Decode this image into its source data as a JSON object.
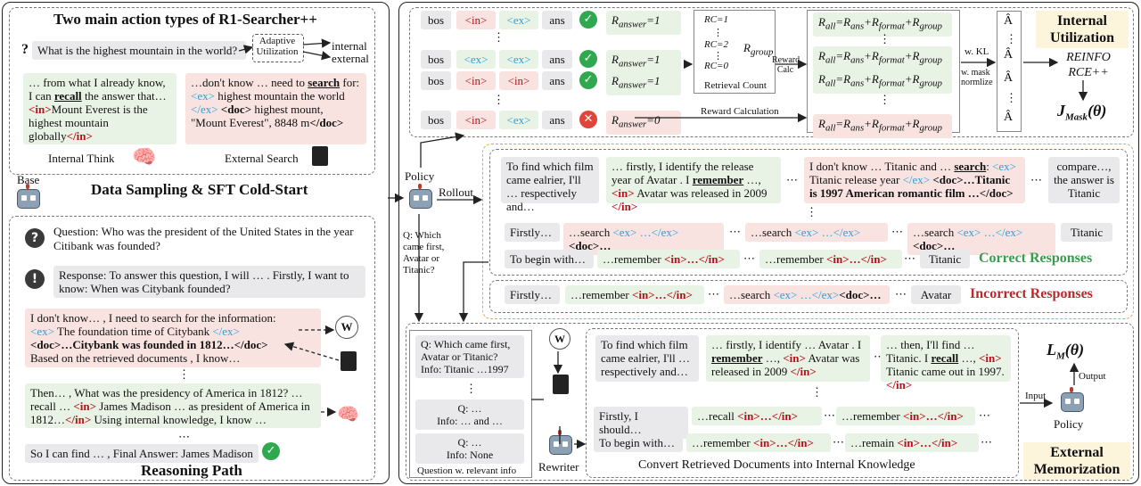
{
  "left_top": {
    "title": "Two main action types of R1-Searcher++",
    "question": "What is the highest mountain in the world?",
    "adaptive": "Adaptive Utilization",
    "internal": "internal",
    "external": "external",
    "internal_text_1": "… from what I already know, I can",
    "internal_recall": "recall",
    "internal_text_2": "the answer that…",
    "internal_in_open": "<in>",
    "internal_text_3": "Mount Everest is the highest mountain globally",
    "internal_in_close": "</in>",
    "external_text_1": "…don't know … need to",
    "external_search": "search",
    "external_text_2": "for:",
    "external_ex_open": "<ex>",
    "external_text_3": "highest mountain  the world",
    "external_ex_close": "</ex>",
    "external_doc": "<doc>",
    "external_text_4": "highest mount, \"Mount Everest\",   8848 m",
    "external_doc_close": "</doc>",
    "internal_think": "Internal Think",
    "external_search_label": "External Search"
  },
  "base_label": "Base",
  "stage1_title": "Data Sampling & SFT Cold-Start",
  "left_bottom": {
    "question": "Question: Who was the president of the United States in the year Citibank was founded?",
    "response": "Response: To answer this question, I will … . Firstly, I want to know: When was Citybank founded?",
    "step1_a": "I don't know… , I need to search for the information:",
    "step1_ex": "<ex>",
    "step1_b": "The foundation time of Citybank",
    "step1_ex_close": "</ex>",
    "step1_doc": "<doc>…Citybank was founded in 1812…</doc>",
    "step1_c": "Based on the retrieved documents , I know…",
    "dots": "⋮",
    "step2_a": "Then… , What was the presidency of America in 1812? …",
    "step2_b_pre": "recall …",
    "step2_in": "<in>",
    "step2_b": "James Madison … as president of America in",
    "step2_c_pre": "1812…",
    "step2_in_close": "</in>",
    "step2_c": "Using internal knowledge, I know …",
    "dots2": "⋯",
    "final": "So I can find … , Final Answer: James Madison",
    "title": "Reasoning Path"
  },
  "policy_label": "Policy",
  "rollout_label": "Rollout",
  "policy_q": "Q: Which came first, Avatar or Titanic?",
  "rewards": {
    "rows": [
      {
        "bos": "bos",
        "a": "<in>",
        "b": "<ex>",
        "ans": "ans",
        "r": "R",
        "sub": "answer",
        "val": "=1",
        "ok": true,
        "a_red": true,
        "b_red": false
      },
      {
        "bos": "bos",
        "a": "<ex>",
        "b": "<ex>",
        "ans": "ans",
        "r": "R",
        "sub": "answer",
        "val": "=1",
        "ok": true,
        "a_red": false,
        "b_red": false
      },
      {
        "bos": "bos",
        "a": "<in>",
        "b": "<in>",
        "ans": "ans",
        "r": "R",
        "sub": "answer",
        "val": "=1",
        "ok": true,
        "a_red": true,
        "b_red": true
      },
      {
        "bos": "bos",
        "a": "<in>",
        "b": "<ex>",
        "ans": "ans",
        "r": "R",
        "sub": "answer",
        "val": "=0",
        "ok": false,
        "a_red": true,
        "b_red": false
      }
    ],
    "rc": [
      "RC=1",
      "RC=2",
      "RC=0"
    ],
    "rgroup": "R",
    "rgroup_sub": "group",
    "retrieval_count": "Retrieval Count",
    "reward_calc": "Reward Calc",
    "reward_calculation": "Reward Calculation",
    "rall": "R",
    "rall_sub": "all",
    "rall_eq": "=R",
    "ans_sub": "ans",
    "plus": "+R",
    "format_sub": "format",
    "group_sub": "group",
    "kl": "w. KL",
    "mask": "w. mask normlize",
    "ahat": "Â",
    "internal_util": "Internal Utilization",
    "reinforce": "REINFO RCE++",
    "jmask": "J",
    "jmask_sub": "Mask",
    "jmask_theta": "(θ)"
  },
  "responses": {
    "q1": "To find which film came ealrier, I'll … respectively and…",
    "r1_a": "… firstly, I identify the release year of Avatar . I",
    "r1_remember": "remember",
    "r1_b": "…,",
    "r1_in": "<in>",
    "r1_c": "Avatar was released in 2009",
    "r1_in_close": "</in>",
    "r2_a": "I don't know … Titanic and …",
    "r2_search": "search",
    "r2_b": ":",
    "r2_ex": "<ex>",
    "r2_c": "Titanic release year",
    "r2_ex_close": "</ex>",
    "r2_doc": "<doc>…Titanic is 1997 American romantic  film …</doc>",
    "r3": "compare…, the answer is Titanic",
    "ellip": "⋯",
    "vdots": "⋮",
    "line2_start": "Firstly…",
    "line2_s1": "…search",
    "line2_ex": "<ex> …</ex>",
    "line2_doc": "<doc>…",
    "line2_end": "Titanic",
    "line3_start": "To begin with…",
    "line3_r": "…remember",
    "line3_in": "<in>…</in>",
    "line3_end": "Titanic",
    "correct": "Correct Responses",
    "line4_start": "Firstly…",
    "line4_r": "…remember",
    "line4_in": "<in>…</in>",
    "line4_s": "…search",
    "line4_ex": "<ex> …</ex>",
    "line4_doc": "<doc>…",
    "line4_end": "Avatar",
    "incorrect": "Incorrect Responses"
  },
  "memorization": {
    "info_q": "Q: Which came first, Avatar or Titanic?",
    "info_info": "Info: Titanic …1997",
    "info_q2": "Q: …",
    "info_info2": "Info: … and …",
    "info_q3": "Q: …",
    "info_info3": "Info: None",
    "info_label": "Question w. relevant info",
    "rewriter": "Rewriter",
    "m1": "To find which  film came ealrier, I'll … respectively and…",
    "m2_a": "… firstly, I identify … Avatar . I",
    "m2_remember": "remember",
    "m2_b": "…,",
    "m2_in": "<in>",
    "m2_c": "Avatar was released in 2009",
    "m2_in_close": "</in>",
    "m3_a": "… then, I'll find …Titanic. I",
    "m3_recall": "recall",
    "m3_b": "…,",
    "m3_in": "<in>",
    "m3_c": "Titanic came out in 1997.",
    "m3_in_close": "</in>",
    "line2_start": "Firstly, I should…",
    "line2_r": "…recall",
    "line2_in": "<in>…</in>",
    "line2_r2": "…remember",
    "line3_start": "To begin with…",
    "line3_r": "…remember",
    "line3_r2": "…remain",
    "convert": "Convert Retrieved Documents into Internal Knowledge",
    "lm": "L",
    "lm_sub": "M",
    "lm_theta": "(θ)",
    "output": "Output",
    "input": "Input",
    "policy": "Policy",
    "ext_mem": "External Memorization"
  },
  "colors": {
    "green_bg": "#e9f3e5",
    "red_bg": "#f9e3e1",
    "gray_bg": "#e9e9ec",
    "blue_tag": "#2f9fd8",
    "red_tag": "#b3141b",
    "correct": "#3a9b4a",
    "incorrect": "#c0262d",
    "orange_dash": "#e2a15c",
    "title_bg": "#fdf4dc"
  }
}
